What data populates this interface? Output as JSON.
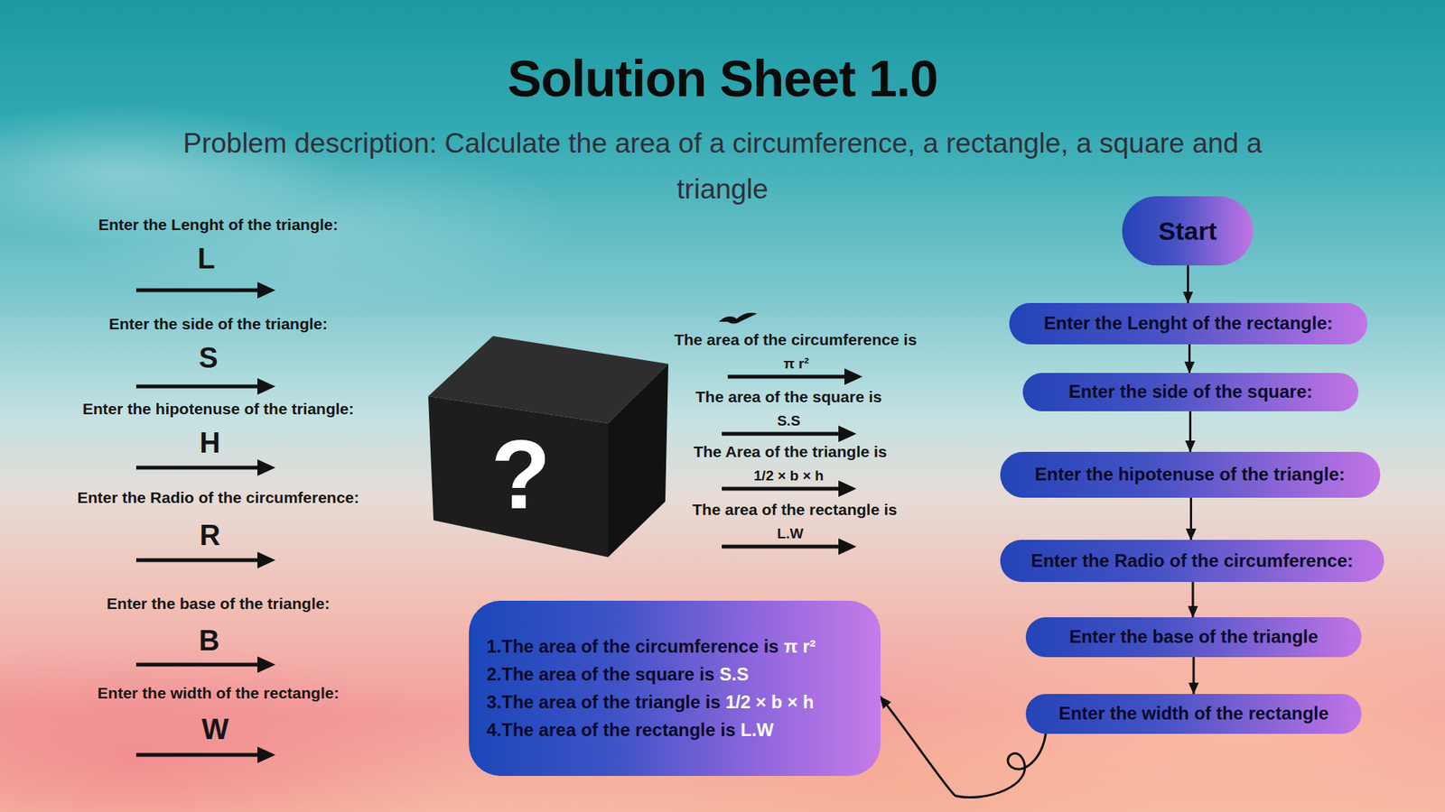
{
  "diagram": {
    "title": "Solution Sheet 1.0",
    "caption": "Problem description: Calculate the area of a circumference, a rectangle, a square and a triangle",
    "nodes": [
      {
        "text": [
          "Start"
        ]
      },
      {
        "text": [
          "Enter the Lenght of the rectangle:"
        ]
      },
      {
        "text": [
          "Enter the side of the square:"
        ]
      },
      {
        "text": [
          "Enter the hipotenuse of the triangle:"
        ]
      },
      {
        "text": [
          "Enter the Radio of the circumference:"
        ]
      },
      {
        "text": [
          "Enter the base of the triangle"
        ]
      },
      {
        "text": [
          "Enter the width of the rectangle"
        ]
      },
      {
        "text": [
          "1.",
          "The area of the circumference is",
          "π r²",
          "2.",
          "The area of the square is",
          "S.S",
          "3.",
          "The area of the triangle is",
          "1/2 × b × h",
          "4.",
          "The area of the rectangle is",
          "L.W"
        ]
      }
    ],
    "edges": [
      {
        "from": 0,
        "to": 1,
        "arrow": "to"
      },
      {
        "from": 1,
        "to": 2,
        "arrow": "to"
      },
      {
        "from": 2,
        "to": 3,
        "arrow": "to"
      },
      {
        "from": 3,
        "to": 4,
        "arrow": "to"
      },
      {
        "from": 4,
        "to": 5,
        "arrow": "to"
      },
      {
        "from": 5,
        "to": 6,
        "arrow": "to"
      },
      {
        "from": 6,
        "to": 7,
        "arrow": "to"
      }
    ],
    "labels": [
      "Enter the Lenght of the triangle:",
      "L",
      "Enter the side of the triangle:",
      "S",
      "Enter the hipotenuse of the triangle:",
      "H",
      "Enter the Radio of the circumference:",
      "R",
      "Enter the base of the triangle:",
      "B",
      "Enter the width of the rectangle:",
      "W",
      "?",
      "The area of the circumference is",
      "π r²",
      "The area of the square is",
      "S.S",
      "The Area of the triangle is",
      "1/2 × b × h",
      "The area of the rectangle is",
      "L.W"
    ]
  }
}
